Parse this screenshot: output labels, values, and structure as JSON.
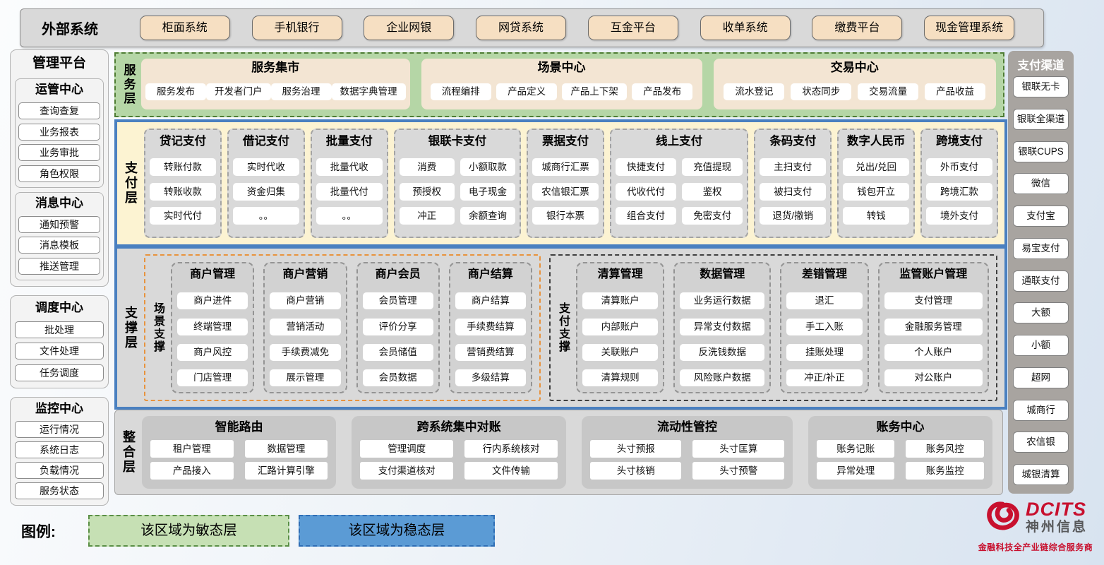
{
  "external_systems": {
    "label": "外部系统",
    "items": [
      "柜面系统",
      "手机银行",
      "企业网银",
      "网贷系统",
      "互金平台",
      "收单系统",
      "缴费平台",
      "现金管理系统"
    ]
  },
  "management_platform": {
    "title": "管理平台",
    "groups": [
      {
        "title": "运管中心",
        "items": [
          "查询查复",
          "业务报表",
          "业务审批",
          "角色权限"
        ]
      },
      {
        "title": "消息中心",
        "items": [
          "通知预警",
          "消息模板",
          "推送管理"
        ]
      },
      {
        "title": "调度中心",
        "items": [
          "批处理",
          "文件处理",
          "任务调度"
        ]
      },
      {
        "title": "监控中心",
        "items": [
          "运行情况",
          "系统日志",
          "负载情况",
          "服务状态"
        ]
      }
    ]
  },
  "service_layer": {
    "label": "服务层",
    "groups": [
      {
        "title": "服务集市",
        "items": [
          "服务发布",
          "开发者门户",
          "服务治理",
          "数据字典管理"
        ]
      },
      {
        "title": "场景中心",
        "items": [
          "流程编排",
          "产品定义",
          "产品上下架",
          "产品发布"
        ]
      },
      {
        "title": "交易中心",
        "items": [
          "流水登记",
          "状态同步",
          "交易流量",
          "产品收益"
        ]
      }
    ]
  },
  "payment_layer": {
    "label": "支付层",
    "columns": [
      {
        "title": "贷记支付",
        "cols": 1,
        "items": [
          "转账付款",
          "转账收款",
          "实时代付"
        ]
      },
      {
        "title": "借记支付",
        "cols": 1,
        "items": [
          "实时代收",
          "资金归集",
          "。。"
        ]
      },
      {
        "title": "批量支付",
        "cols": 1,
        "items": [
          "批量代收",
          "批量代付",
          "。。"
        ]
      },
      {
        "title": "银联卡支付",
        "cols": 2,
        "items": [
          "消费",
          "小额取款",
          "预授权",
          "电子现金",
          "冲正",
          "余额查询"
        ]
      },
      {
        "title": "票据支付",
        "cols": 1,
        "items": [
          "城商行汇票",
          "农信银汇票",
          "银行本票"
        ]
      },
      {
        "title": "线上支付",
        "cols": 2,
        "items": [
          "快捷支付",
          "充值提现",
          "代收代付",
          "鉴权",
          "组合支付",
          "免密支付"
        ]
      },
      {
        "title": "条码支付",
        "cols": 1,
        "items": [
          "主扫支付",
          "被扫支付",
          "退货/撤销"
        ]
      },
      {
        "title": "数字人民币",
        "cols": 1,
        "items": [
          "兑出/兑回",
          "钱包开立",
          "转钱"
        ]
      },
      {
        "title": "跨境支付",
        "cols": 1,
        "items": [
          "外币支付",
          "跨境汇款",
          "境外支付"
        ]
      }
    ]
  },
  "support_layer": {
    "label": "支撑层",
    "sections": [
      {
        "label": "场景支撑",
        "columns": [
          {
            "title": "商户管理",
            "items": [
              "商户进件",
              "终端管理",
              "商户风控",
              "门店管理"
            ]
          },
          {
            "title": "商户营销",
            "items": [
              "商户营销",
              "营销活动",
              "手续费减免",
              "展示管理"
            ]
          },
          {
            "title": "商户会员",
            "items": [
              "会员管理",
              "评价分享",
              "会员储值",
              "会员数据"
            ]
          },
          {
            "title": "商户结算",
            "items": [
              "商户结算",
              "手续费结算",
              "营销费结算",
              "多级结算"
            ]
          }
        ]
      },
      {
        "label": "支付支撑",
        "columns": [
          {
            "title": "清算管理",
            "items": [
              "清算账户",
              "内部账户",
              "关联账户",
              "清算规则"
            ]
          },
          {
            "title": "数据管理",
            "items": [
              "业务运行数据",
              "异常支付数据",
              "反洗钱数据",
              "风险账户数据"
            ]
          },
          {
            "title": "差错管理",
            "items": [
              "退汇",
              "手工入账",
              "挂账处理",
              "冲正/补正"
            ]
          },
          {
            "title": "监管账户管理",
            "items": [
              "支付管理",
              "金融服务管理",
              "个人账户",
              "对公账户"
            ]
          }
        ]
      }
    ]
  },
  "integration_layer": {
    "label": "整合层",
    "groups": [
      {
        "title": "智能路由",
        "items": [
          "租户管理",
          "数据管理",
          "产品接入",
          "汇路计算引擎"
        ]
      },
      {
        "title": "跨系统集中对账",
        "items": [
          "管理调度",
          "行内系统核对",
          "支付渠道核对",
          "文件传输"
        ]
      },
      {
        "title": "流动性管控",
        "items": [
          "头寸预报",
          "头寸匡算",
          "头寸核销",
          "头寸预警"
        ]
      },
      {
        "title": "账务中心",
        "items": [
          "账务记账",
          "账务风控",
          "异常处理",
          "账务监控"
        ]
      }
    ]
  },
  "payment_channels": {
    "title": "支付渠道",
    "items": [
      "银联无卡",
      "银联全渠道",
      "银联CUPS",
      "微信",
      "支付宝",
      "易宝支付",
      "通联支付",
      "大额",
      "小额",
      "超网",
      "城商行",
      "农信银",
      "城银清算"
    ]
  },
  "legend": {
    "label": "图例:",
    "agile": "该区域为敏态层",
    "stable": "该区域为稳态层"
  },
  "logo": {
    "brand": "DCITS",
    "name": "神州信息",
    "tagline": "金融科技全产业链综合服务商"
  },
  "colors": {
    "agile_green_bg": "#b5d6a6",
    "agile_green_border": "#4e7d33",
    "stable_blue_border": "#4a80c0",
    "payment_cream_bg": "#fcf3d2",
    "gray_panel": "#d9d9d9",
    "tan_button": "#f6dfc2",
    "tan_box": "#f3e5d3",
    "channel_gray": "#a8a4a0",
    "legend_green": "#c6e0b4",
    "legend_blue": "#5b9bd5",
    "scene_orange_border": "#e8933d",
    "brand_red": "#c8102e"
  }
}
